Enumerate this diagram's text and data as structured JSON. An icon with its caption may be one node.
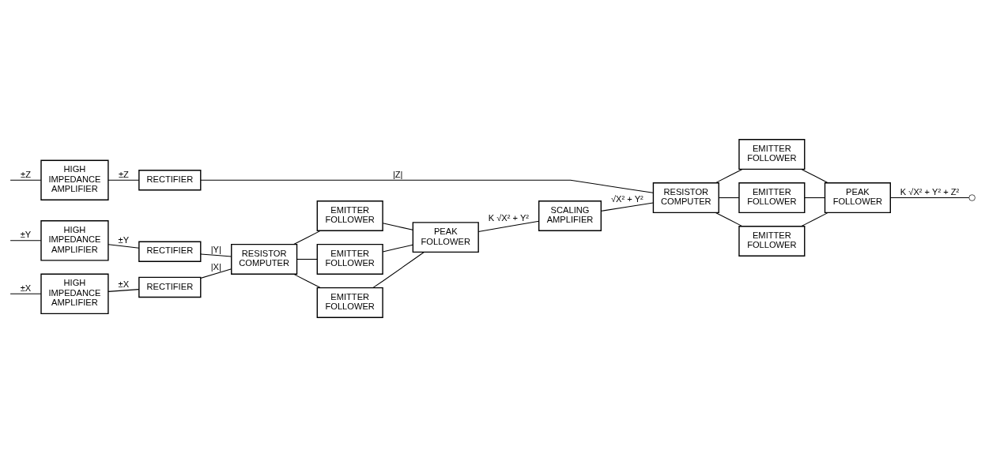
{
  "diagram": {
    "nodes": [
      {
        "text": [
          "HIGH IMPEDANCE AMPLIFIER"
        ]
      },
      {
        "text": [
          "RECTIFIER"
        ]
      },
      {
        "text": [
          "HIGH IMPEDANCE AMPLIFIER"
        ]
      },
      {
        "text": [
          "RECTIFIER"
        ]
      },
      {
        "text": [
          "RESISTOR COMPUTER"
        ]
      },
      {
        "text": [
          "EMITTER FOLLOWER"
        ]
      },
      {
        "text": [
          "EMITTER FOLLOWER"
        ]
      },
      {
        "text": [
          "EMITTER FOLLOWER"
        ]
      },
      {
        "text": [
          "PEAK FOLLOWER"
        ]
      },
      {
        "text": [
          "SCALING AMPLIFIER"
        ]
      },
      {
        "text": [
          "HIGH IMPEDANCE AMPLIFIER"
        ]
      },
      {
        "text": [
          "RECTIFIER"
        ]
      },
      {
        "text": [
          "RESISTOR COMPUTER"
        ]
      },
      {
        "text": [
          "EMITTER FOLLOWER"
        ]
      },
      {
        "text": [
          "EMITTER FOLLOWER"
        ]
      },
      {
        "text": [
          "EMITTER FOLLOWER"
        ]
      },
      {
        "text": [
          "PEAK FOLLOWER"
        ]
      },
      {
        "text": [],
        "shape": "circle"
      }
    ],
    "edges": [
      {
        "from": null,
        "to": 0,
        "arrow": "none",
        "label": "±X"
      },
      {
        "from": 0,
        "to": 1,
        "arrow": "none",
        "label": "±X"
      },
      {
        "from": 1,
        "to": 4,
        "arrow": "none",
        "label": "|X|"
      },
      {
        "from": null,
        "to": 2,
        "arrow": "none",
        "label": "±Y"
      },
      {
        "from": 2,
        "to": 3,
        "arrow": "none",
        "label": "±Y"
      },
      {
        "from": 3,
        "to": 4,
        "arrow": "none",
        "label": "|Y|"
      },
      {
        "from": 4,
        "to": 5,
        "arrow": "none"
      },
      {
        "from": 4,
        "to": 6,
        "arrow": "none"
      },
      {
        "from": 4,
        "to": 7,
        "arrow": "none"
      },
      {
        "from": 5,
        "to": 8,
        "arrow": "none"
      },
      {
        "from": 6,
        "to": 8,
        "arrow": "none"
      },
      {
        "from": 7,
        "to": 8,
        "arrow": "none"
      },
      {
        "from": 8,
        "to": 9,
        "arrow": "none",
        "label": "K √X² + Y²"
      },
      {
        "from": 9,
        "to": 12,
        "arrow": "none",
        "label": "√X² + Y²"
      },
      {
        "from": null,
        "to": 10,
        "arrow": "none",
        "label": "±Z"
      },
      {
        "from": 10,
        "to": 11,
        "arrow": "none",
        "label": "±Z"
      },
      {
        "from": 11,
        "to": 12,
        "arrow": "none",
        "label": "|Z|"
      },
      {
        "from": 12,
        "to": 13,
        "arrow": "none"
      },
      {
        "from": 12,
        "to": 14,
        "arrow": "none"
      },
      {
        "from": 12,
        "to": 15,
        "arrow": "none"
      },
      {
        "from": 13,
        "to": 16,
        "arrow": "none"
      },
      {
        "from": 14,
        "to": 16,
        "arrow": "none"
      },
      {
        "from": 15,
        "to": 16,
        "arrow": "none"
      },
      {
        "from": 16,
        "to": 17,
        "arrow": "none",
        "label": "K √X² + Y² + Z²"
      }
    ]
  }
}
